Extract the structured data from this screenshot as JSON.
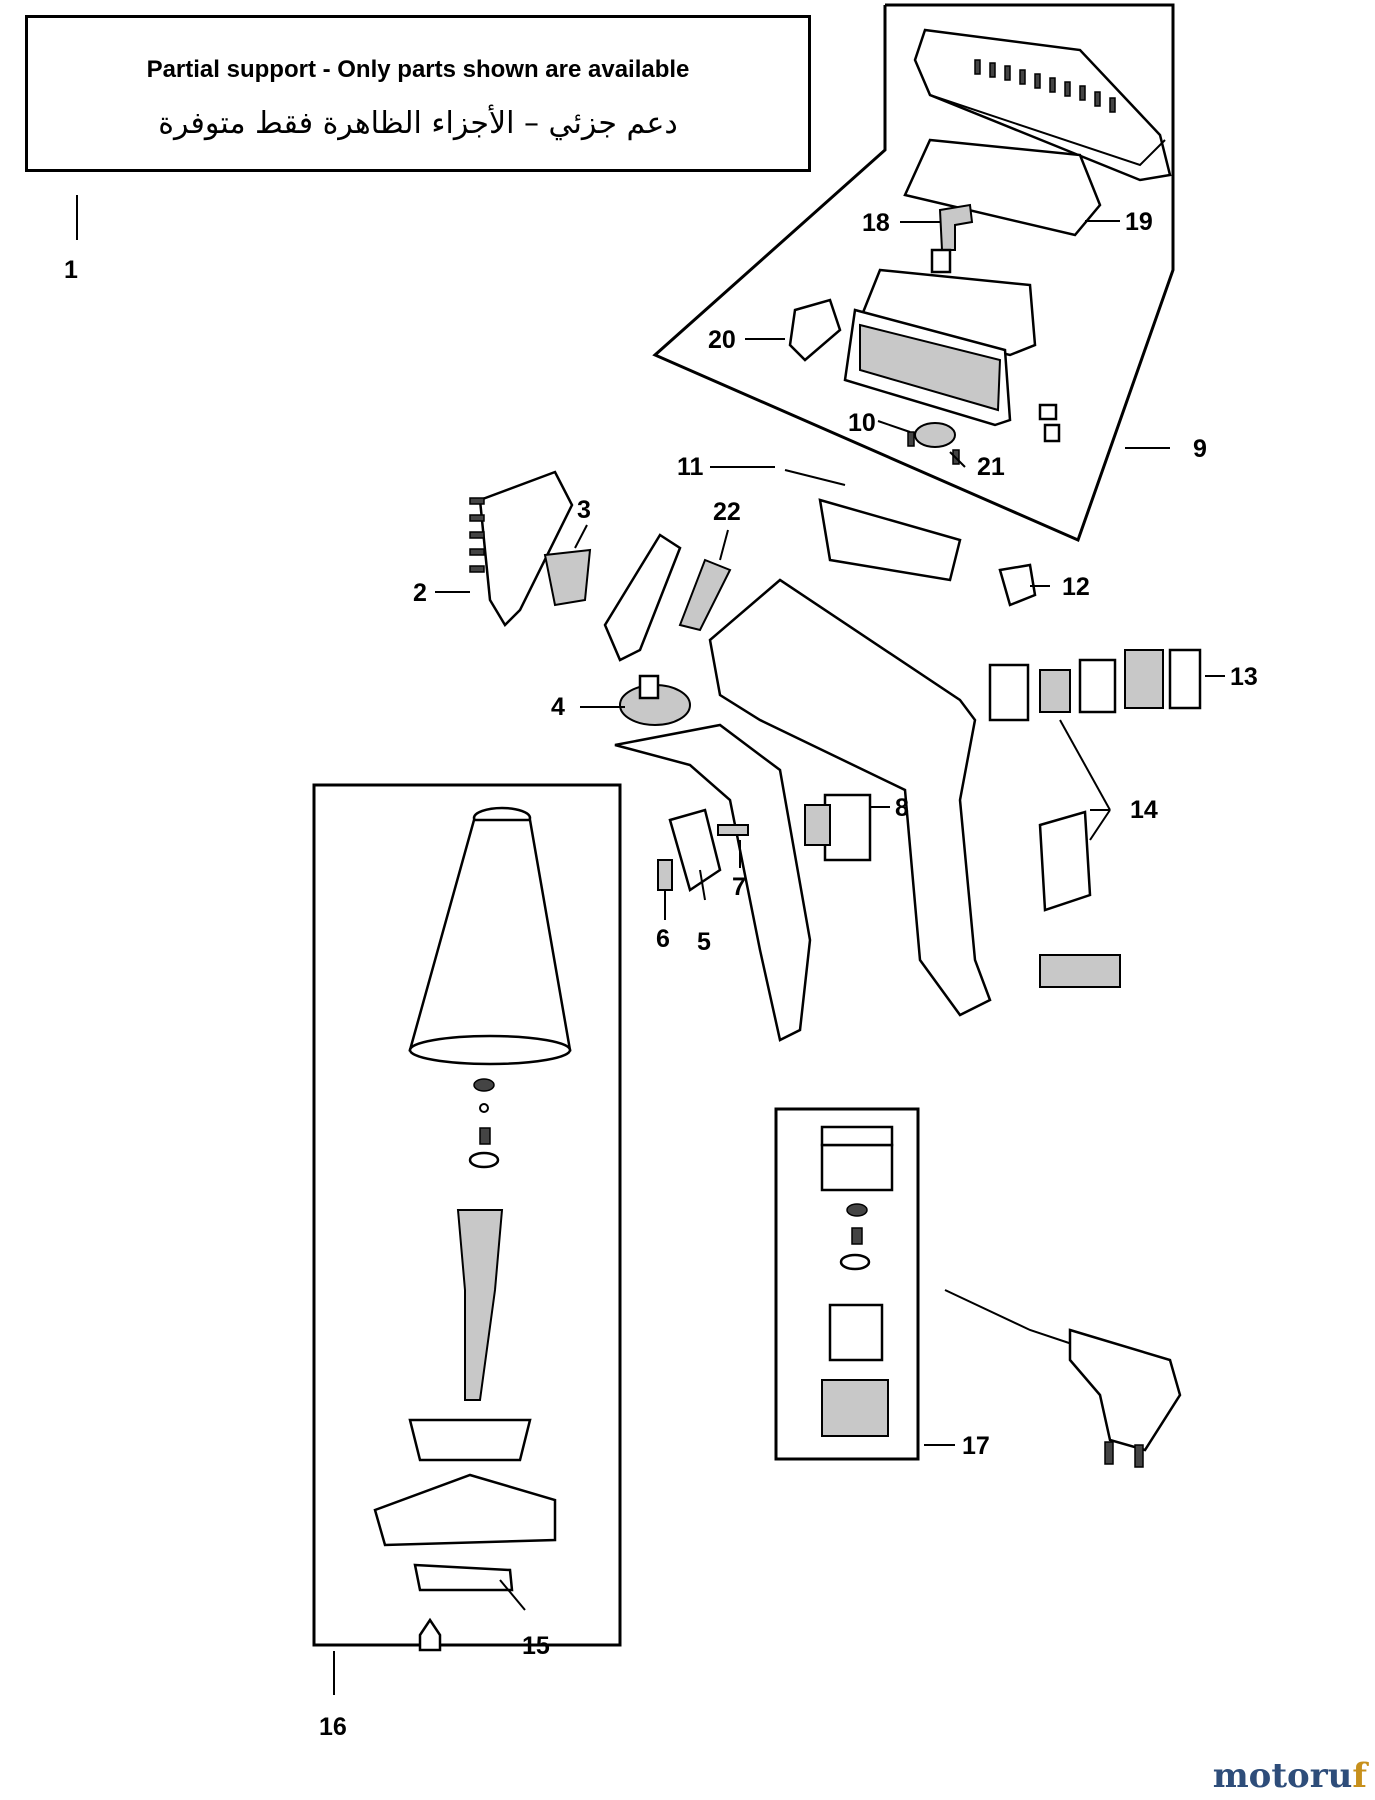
{
  "notice": {
    "english": "Partial support - Only parts shown are available",
    "arabic": "دعم جزئي – الأجزاء الظاهرة فقط متوفرة"
  },
  "callouts": [
    "1",
    "2",
    "3",
    "4",
    "5",
    "6",
    "7",
    "8",
    "9",
    "10",
    "11",
    "12",
    "13",
    "14",
    "15",
    "16",
    "17",
    "18",
    "19",
    "20",
    "21",
    "22"
  ],
  "watermark": {
    "main": "motoru",
    "accent": "f"
  }
}
